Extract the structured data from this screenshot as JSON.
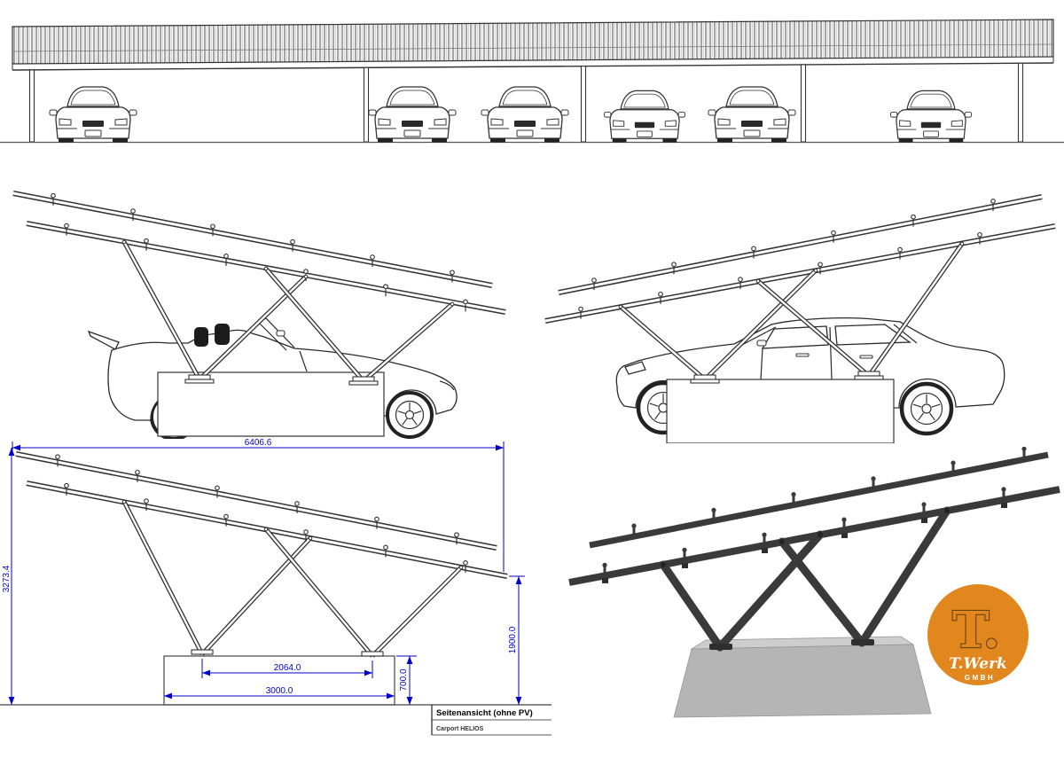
{
  "title_block": {
    "view_label": "Seitenansicht (ohne PV)",
    "product_label": "Carport HELIOS"
  },
  "dimensions": {
    "total_width": "6406.6",
    "total_height": "3273.4",
    "clearance_height": "1900.0",
    "foundation_height": "700.0",
    "foot_spacing": "2064.0",
    "foundation_width": "3000.0"
  },
  "logo": {
    "monogram": "T.",
    "name": "T.Werk",
    "suffix": "GMBH",
    "color": "#e2861e"
  },
  "colors": {
    "dimension_blue": "#0000cd",
    "drawing_line": "#333333",
    "render_steel": "#3a3a3a",
    "render_concrete": "#b5b5b5"
  }
}
